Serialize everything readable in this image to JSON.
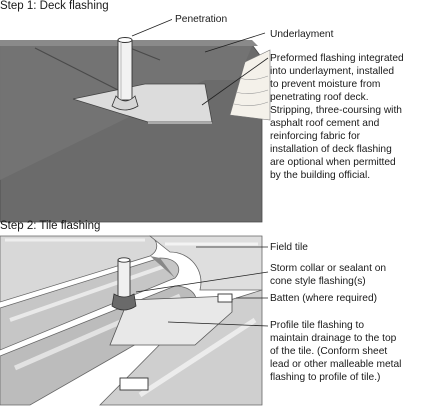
{
  "step1": {
    "title": "Step 1: Deck flashing",
    "labels": {
      "penetration": "Penetration",
      "underlayment": "Underlayment"
    },
    "description_lines": [
      "Preformed flashing integrated",
      "into underlayment, installed",
      "to prevent moisture from",
      "penetrating roof deck.",
      "Stripping, three-coursing with",
      "asphalt roof cement and",
      "reinforcing fabric for",
      "installation of deck flashing",
      "are optional when permitted",
      "by the building official."
    ]
  },
  "step2": {
    "title": "Step 2: Tile flashing",
    "labels": {
      "field_tile": "Field tile",
      "storm_collar_lines": [
        "Storm collar or sealant on",
        "cone style flashing(s)"
      ],
      "batten": "Batten (where required)",
      "profile_flashing_lines": [
        "Profile tile flashing to",
        "maintain drainage to the top",
        "of the tile. (Conform sheet",
        "lead or other malleable metal",
        "flashing to profile of tile.)"
      ]
    }
  },
  "colors": {
    "deck": "#6b6b6b",
    "flashing": "#d9d9d9",
    "tile_light": "#e6e6e6",
    "tile_dark": "#9a9a9a"
  }
}
